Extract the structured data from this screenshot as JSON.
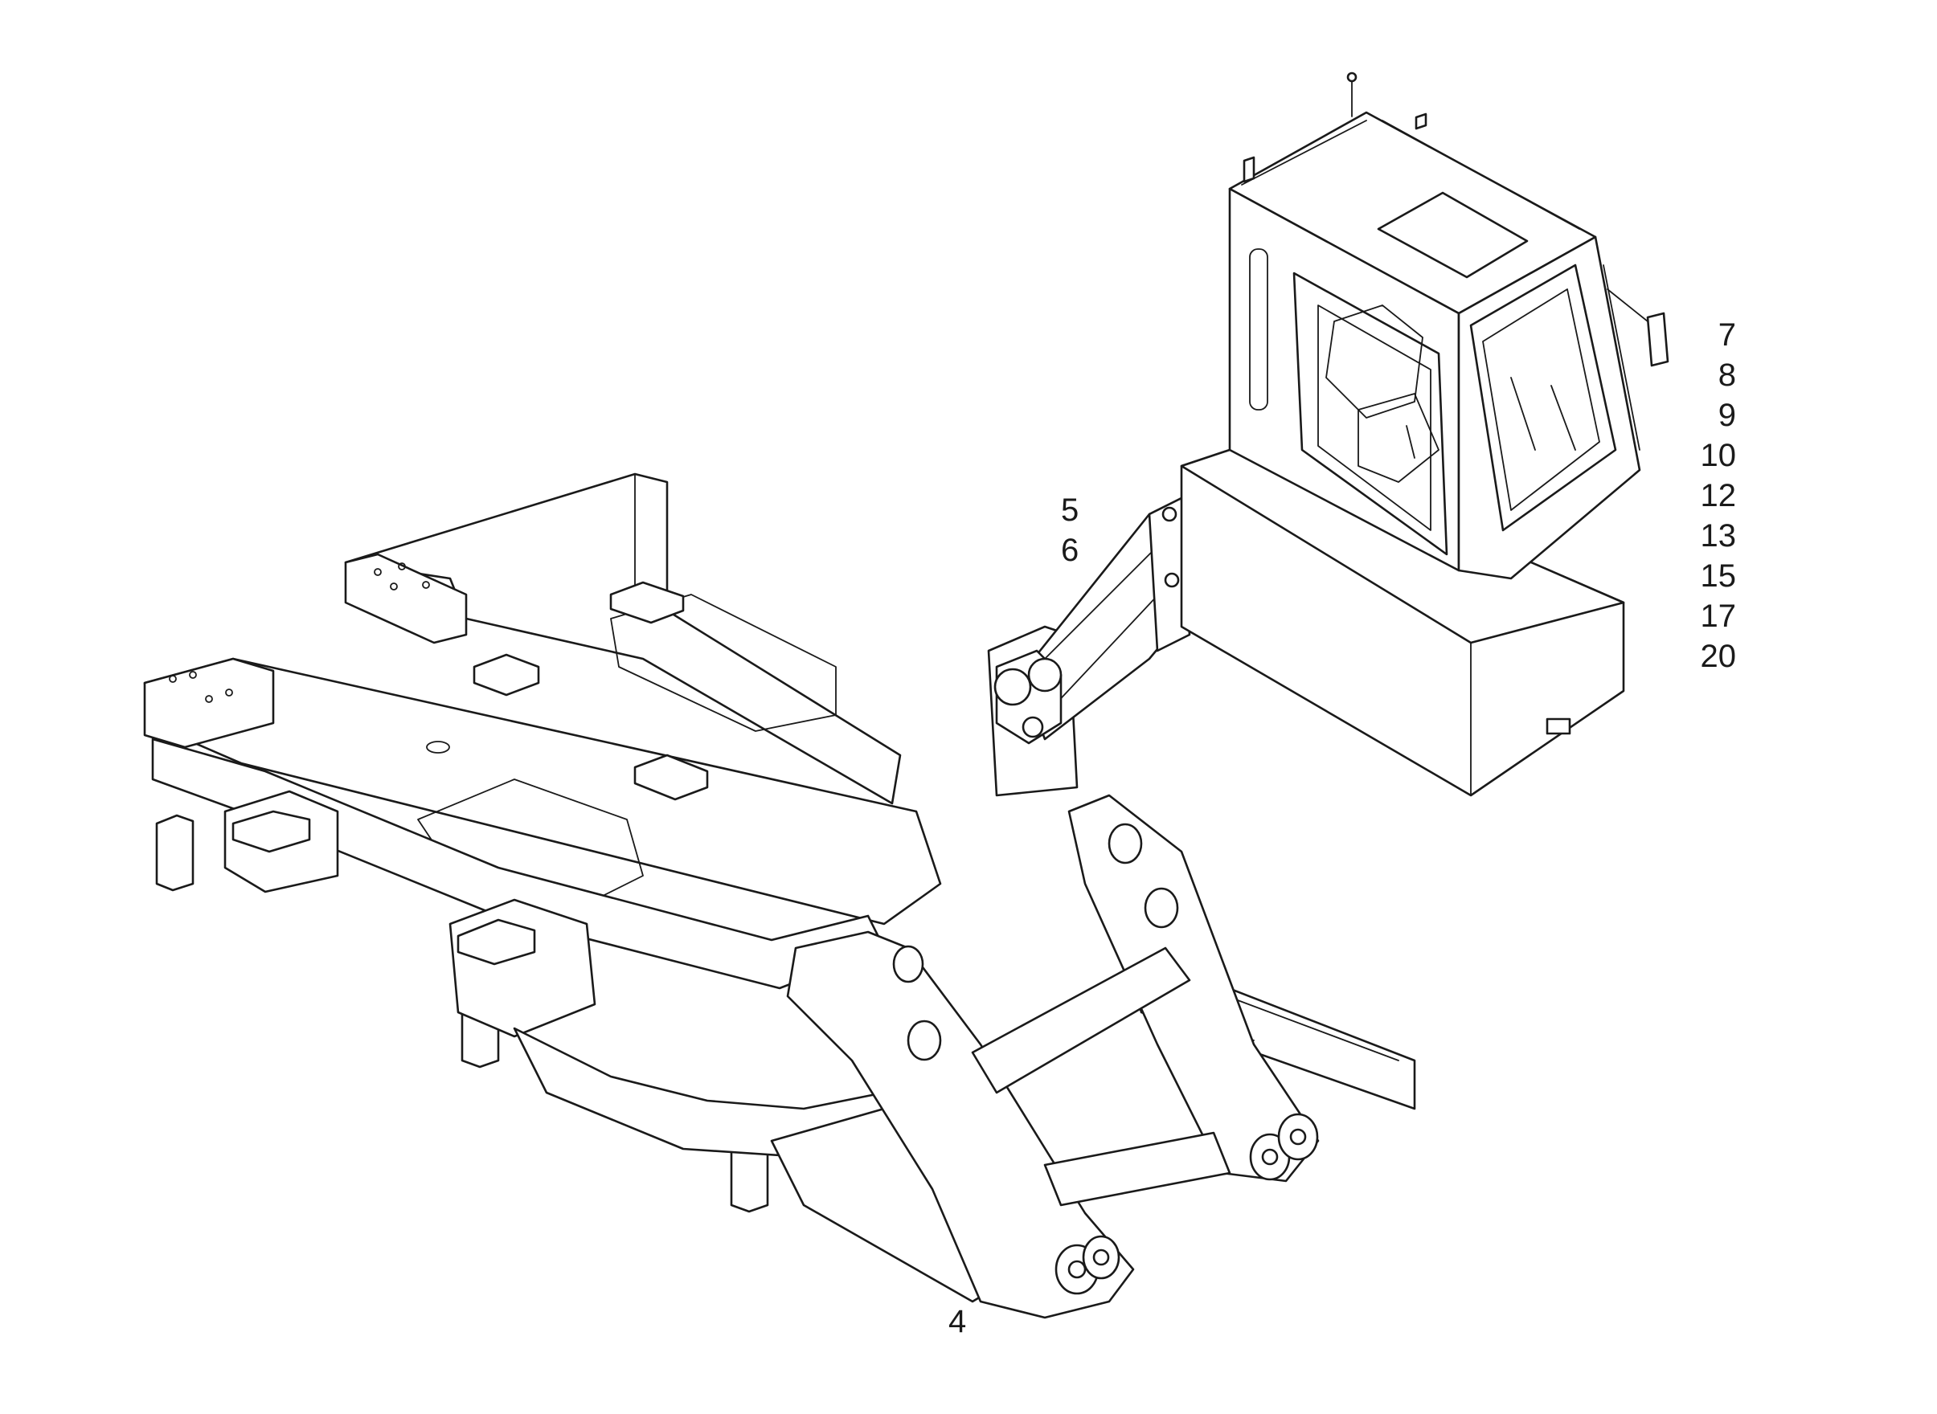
{
  "callouts": {
    "left_group": [
      "5",
      "6"
    ],
    "right_group": [
      "7",
      "8",
      "9",
      "10",
      "12",
      "13",
      "15",
      "17",
      "20"
    ],
    "bottom": "4"
  },
  "colors": {
    "line": "#1a1a1a",
    "background": "#ffffff"
  }
}
